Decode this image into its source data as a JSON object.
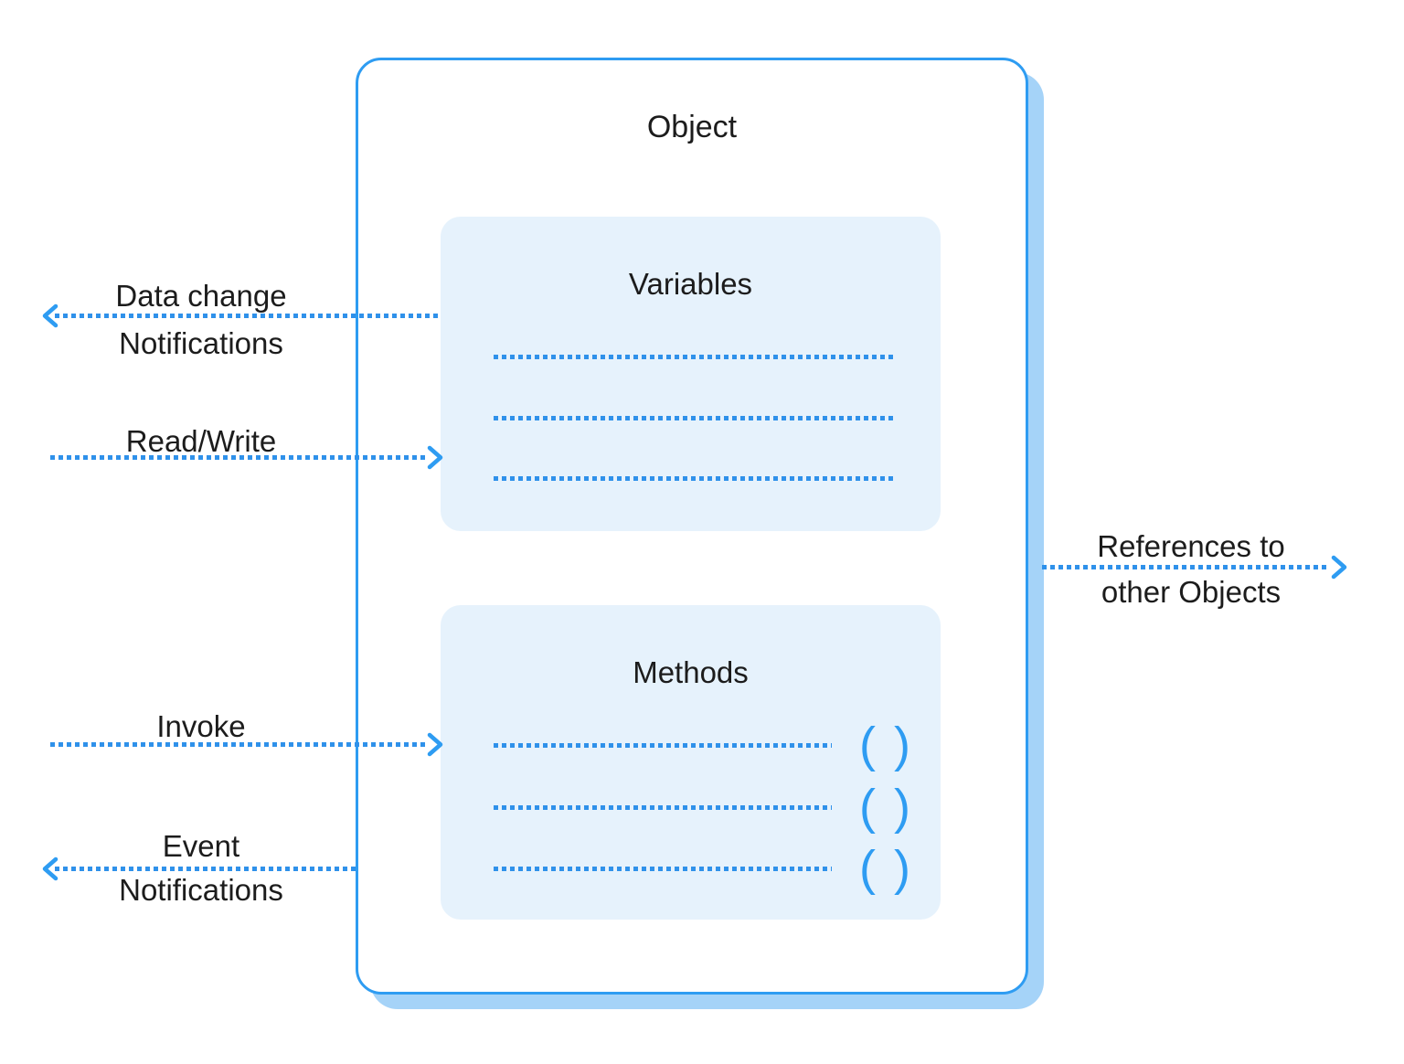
{
  "colors": {
    "accent": "#2E9CF2",
    "dots": "#2F91EA",
    "shadow": "#A5D3F8",
    "panel": "#E6F2FC",
    "text": "#1C1C1C"
  },
  "object": {
    "title": "Object",
    "variables": {
      "title": "Variables"
    },
    "methods": {
      "title": "Methods",
      "paren_open": "(",
      "paren_close": ")"
    }
  },
  "arrows": {
    "data_change": {
      "line1": "Data change",
      "line2": "Notifications",
      "direction": "left"
    },
    "read_write": {
      "label": "Read/Write",
      "direction": "right"
    },
    "invoke": {
      "label": "Invoke",
      "direction": "right"
    },
    "event": {
      "line1": "Event",
      "line2": "Notifications",
      "direction": "left"
    },
    "references": {
      "line1": "References to",
      "line2": "other Objects",
      "direction": "right"
    }
  }
}
